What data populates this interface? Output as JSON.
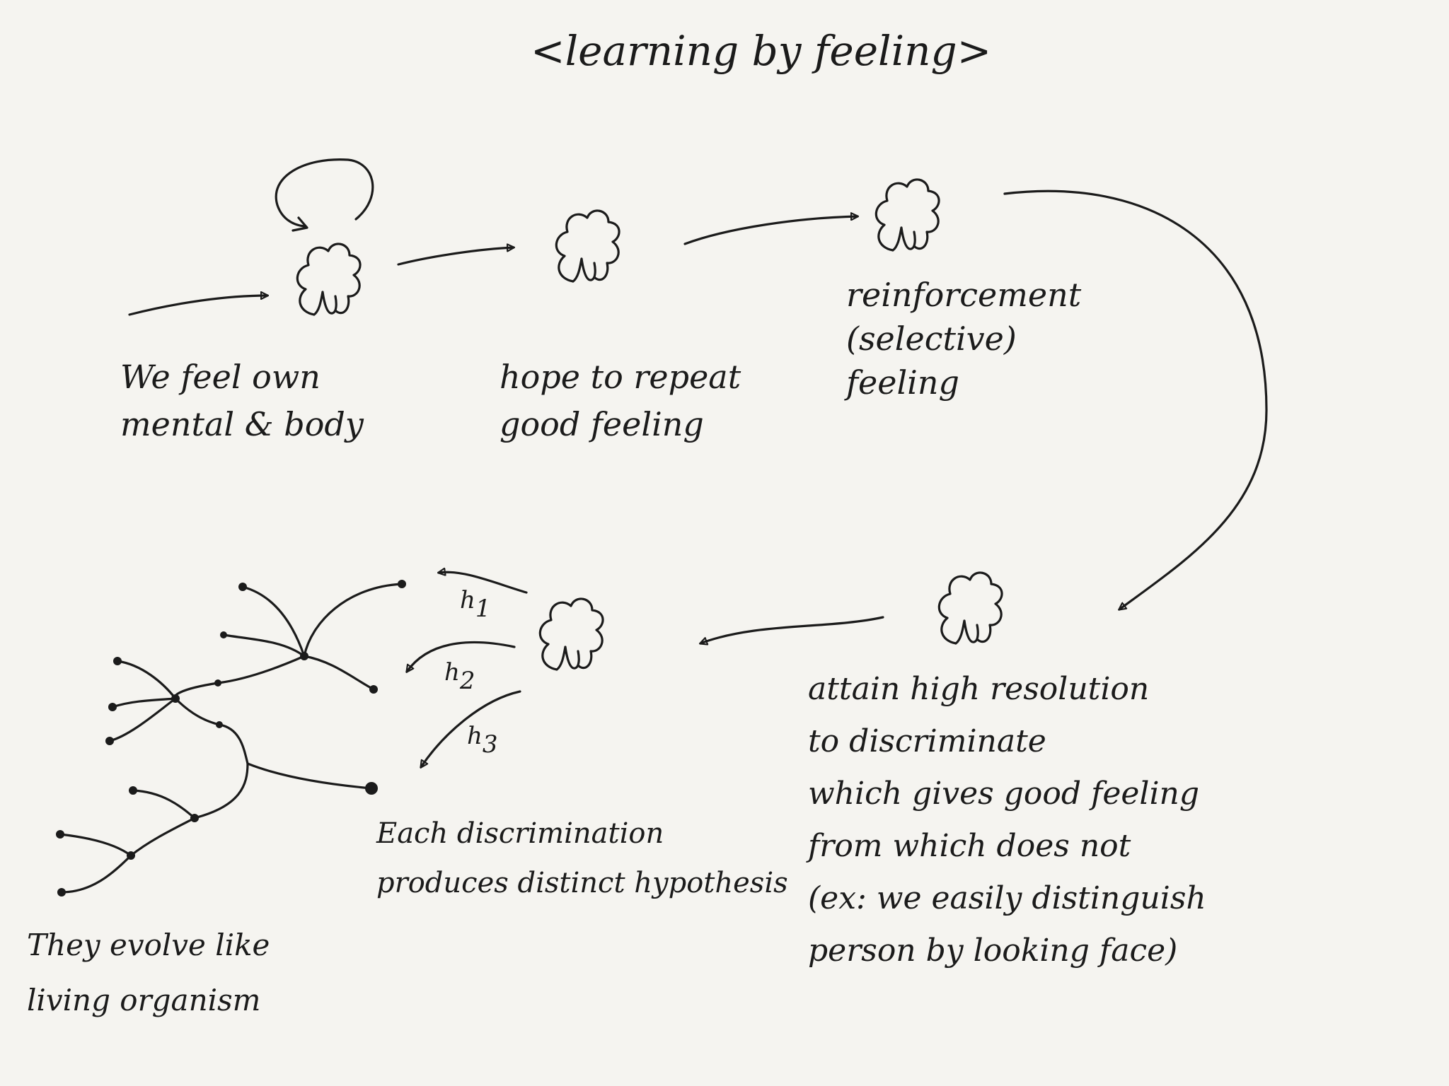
{
  "title": "<learning by feeling>",
  "labels": {
    "step1": "We feel own\nmental & body",
    "step2": "hope to repeat\ngood feeling",
    "step3": "reinforcement\n(selective)\nfeeling",
    "step4": "attain high resolution\nto discriminate\nwhich gives good feeling\nfrom which does not\n(ex: we easily distinguish\nperson by looking face)",
    "step5": "Each discrimination\nproduces distinct hypothesis",
    "step6": "They evolve like\nliving organism"
  },
  "hypotheses": [
    {
      "letter": "h",
      "sub": "1"
    },
    {
      "letter": "h",
      "sub": "2"
    },
    {
      "letter": "h",
      "sub": "3"
    }
  ],
  "colors": {
    "ink": "#1b1b1b",
    "paper": "#f5f4f0"
  },
  "icons": [
    "brain-icon",
    "loop-arrow-icon",
    "arrow-icon",
    "tree-icon"
  ]
}
